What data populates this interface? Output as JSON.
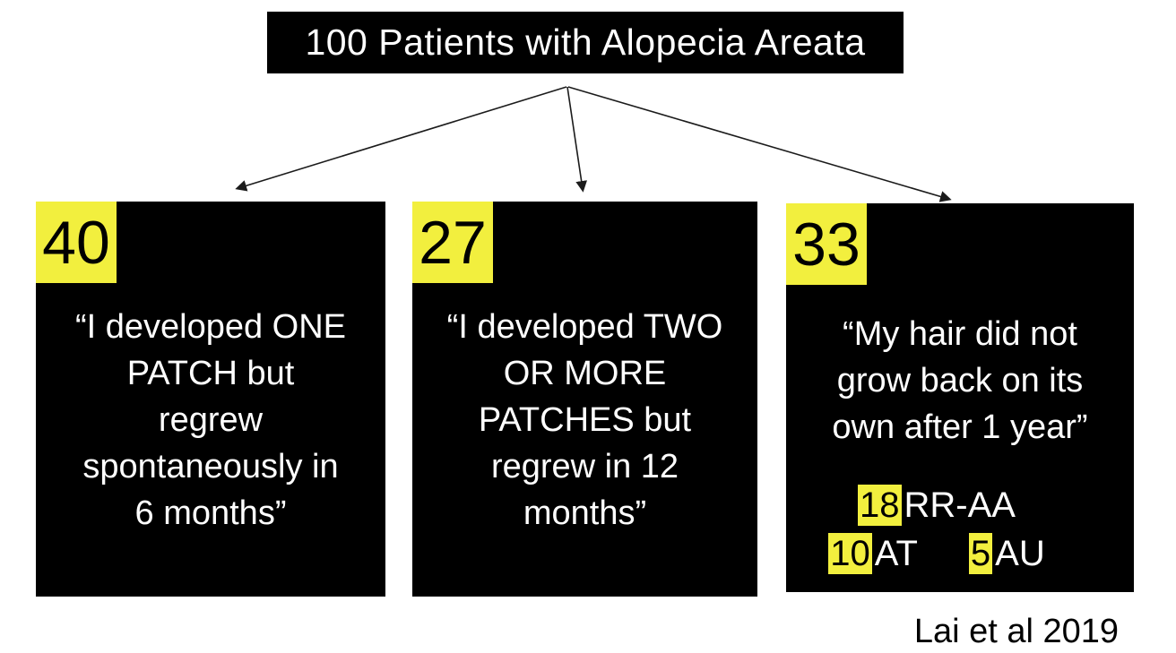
{
  "title": {
    "text": "100 Patients with Alopecia Areata"
  },
  "caption": {
    "text": "Lai et al 2019"
  },
  "colors": {
    "highlight": "#F2EF3E",
    "box_background": "#000000",
    "box_text": "#FFFFFF",
    "badge_text": "#000000",
    "arrow": "#1B1B1B",
    "page_background": "#FFFFFF"
  },
  "icons": {
    "connector": "arrowhead-icon"
  },
  "groups": [
    {
      "count": "40",
      "quote": "“I developed ONE\nPATCH but\nregrew\nspontaneously in\n6 months”"
    },
    {
      "count": "27",
      "quote": "“I developed TWO\nOR MORE\nPATCHES but\nregrew in 12\nmonths”"
    },
    {
      "count": "33",
      "quote": "“My hair did not\ngrow back on its\nown after 1 year”",
      "sub_stats": [
        {
          "value": "18",
          "label": "RR-AA"
        },
        {
          "value": "10",
          "label": "AT"
        },
        {
          "value": "5",
          "label": "AU"
        }
      ]
    }
  ]
}
